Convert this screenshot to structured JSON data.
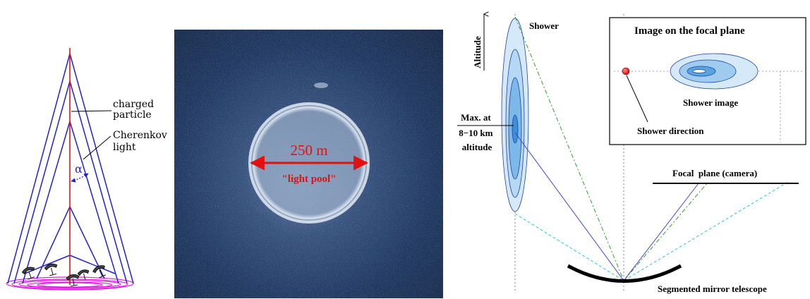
{
  "colors": {
    "cone_blue": "#2222cc",
    "particle_red": "#ee1111",
    "ground_magenta": "#dd22dd",
    "pool_red": "#e31010",
    "sky_dark_blue": "#1c2f52",
    "shower_light": "#d6e9f8",
    "shower_mid": "#9fcbef",
    "shower_deep": "#5aa3de",
    "ray_green": "#2ca02c",
    "ray_cyan": "#22cccc",
    "ray_blue": "#4444cc"
  },
  "left_panel": {
    "charged_particle_label": "charged particle",
    "charged_particle_lines": [
      "charged",
      "particle"
    ],
    "cherenkov_label": "Cherenkov light",
    "cherenkov_lines": [
      "Cherenkov",
      "light"
    ],
    "alpha_label": "α"
  },
  "middle_panel": {
    "diameter_label": "250 m",
    "light_pool_label": "\"light pool\""
  },
  "right_panel": {
    "altitude_label": "Altitude",
    "shower_label": "Shower",
    "max_label": "Max. at 8−10 km altitude",
    "max_lines": [
      "Max. at",
      "8−10 km",
      "altitude"
    ],
    "focal_plane_label": "Focal  plane (camera)",
    "telescope_label": "Segmented mirror telescope",
    "inset": {
      "title": "Image on the focal plane",
      "shower_image_label": "Shower image",
      "shower_direction_label": "Shower direction"
    }
  }
}
